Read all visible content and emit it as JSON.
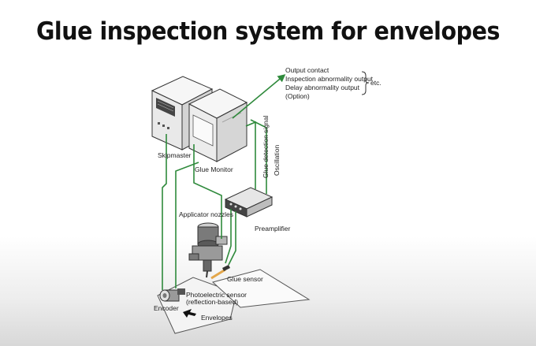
{
  "title": "Glue inspection system for envelopes",
  "outputs": {
    "items": [
      "Output contact",
      "Inspection abnormality output",
      "Delay abnormality output",
      "(Option)"
    ],
    "suffix": "etc."
  },
  "components": {
    "skipmaster": "Skipmaster",
    "glue_monitor": "Glue Monitor",
    "preamplifier": "Preamplifier",
    "applicator_nozzles": "Applicator nozzles",
    "glue_sensor": "Glue sensor",
    "photo_sensor_line1": "Photoelectric sensor",
    "photo_sensor_line2": "(reflection-based)",
    "encoder": "Encoder",
    "envelopes": "Envelopes"
  },
  "signals": {
    "glue_detection": "Glue detection signal",
    "oscillation": "Oscillation"
  },
  "colors": {
    "wire": "#2f8a3c",
    "glue": "#e3a64a",
    "dark_panel": "#3a3a3a"
  }
}
